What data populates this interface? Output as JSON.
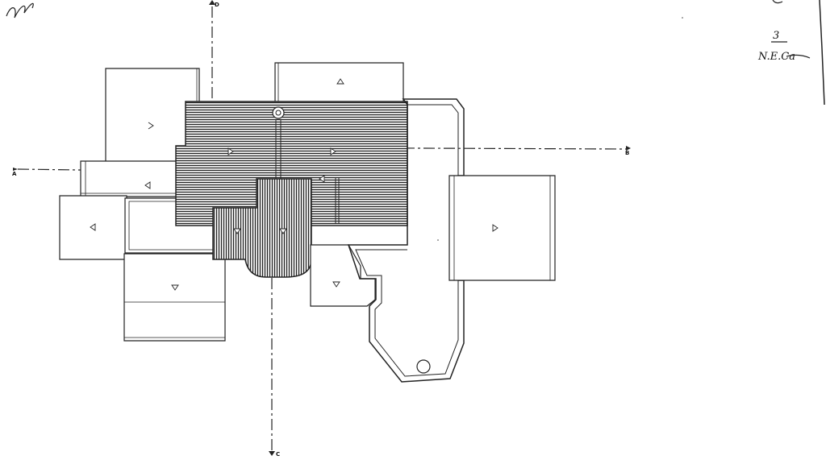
{
  "section_markers": {
    "a": "A",
    "b": "B",
    "c": "C",
    "d": "D"
  },
  "annotation": {
    "number": "3",
    "text": "N.E.Ca"
  },
  "colors": {
    "ink": "#111111",
    "paper": "#ffffff",
    "hatch": "#333333"
  }
}
